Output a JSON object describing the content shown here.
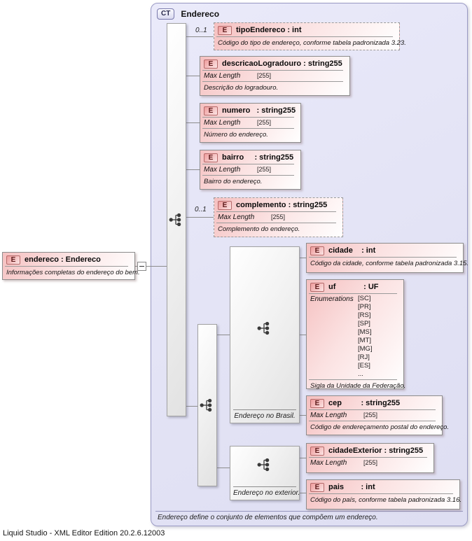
{
  "status_bar": {
    "text": "Liquid Studio - XML Editor Edition 20.2.6.12003"
  },
  "root_element": {
    "badge": "E",
    "title": "endereco : Endereco",
    "description": "Informações completas do endereço do bem."
  },
  "complex_type": {
    "badge": "CT",
    "title": "Endereco",
    "footer_note": "Endereço define o conjunto de elementos que compõem um endereço."
  },
  "groups": {
    "brasil": {
      "label": "Endereço no Brasil."
    },
    "exterior": {
      "label": "Endereço no exterior."
    }
  },
  "elements": [
    {
      "badge": "E",
      "title": "tipoEndereco : int",
      "cardinality": "0..1",
      "description": "Código do tipo de endereço, conforme tabela padronizada 3.23."
    },
    {
      "badge": "E",
      "title": "descricaoLogradouro : string255",
      "facet_label": "Max Length",
      "facet_value": "[255]",
      "description": "Descrição do logradouro."
    },
    {
      "badge": "E",
      "title": "numero   : string255",
      "facet_label": "Max Length",
      "facet_value": "[255]",
      "description": "Número do endereço."
    },
    {
      "badge": "E",
      "title": "bairro     : string255",
      "facet_label": "Max Length",
      "facet_value": "[255]",
      "description": "Bairro do endereço."
    },
    {
      "badge": "E",
      "title": "complemento : string255",
      "cardinality": "0..1",
      "facet_label": "Max Length",
      "facet_value": "[255]",
      "description": "Complemento do endereço."
    },
    {
      "badge": "E",
      "title": "cidade    : int",
      "description": "Código da cidade, conforme tabela padronizada 3.15."
    },
    {
      "badge": "E",
      "title": "uf             : UF",
      "facet_label": "Enumerations",
      "enumerations": [
        "[SC]",
        "[PR]",
        "[RS]",
        "[SP]",
        "[MS]",
        "[MT]",
        "[MG]",
        "[RJ]",
        "[ES]",
        "..."
      ],
      "description": "Sigla da Unidade da Federação."
    },
    {
      "badge": "E",
      "title": "cep         : string255",
      "facet_label": "Max Length",
      "facet_value": "[255]",
      "description": "Código de endereçamento postal do endereço."
    },
    {
      "badge": "E",
      "title": "cidadeExterior : string255",
      "facet_label": "Max Length",
      "facet_value": "[255]"
    },
    {
      "badge": "E",
      "title": "pais        : int",
      "description": "Código do país, conforme tabela padronizada 3.16."
    }
  ]
}
